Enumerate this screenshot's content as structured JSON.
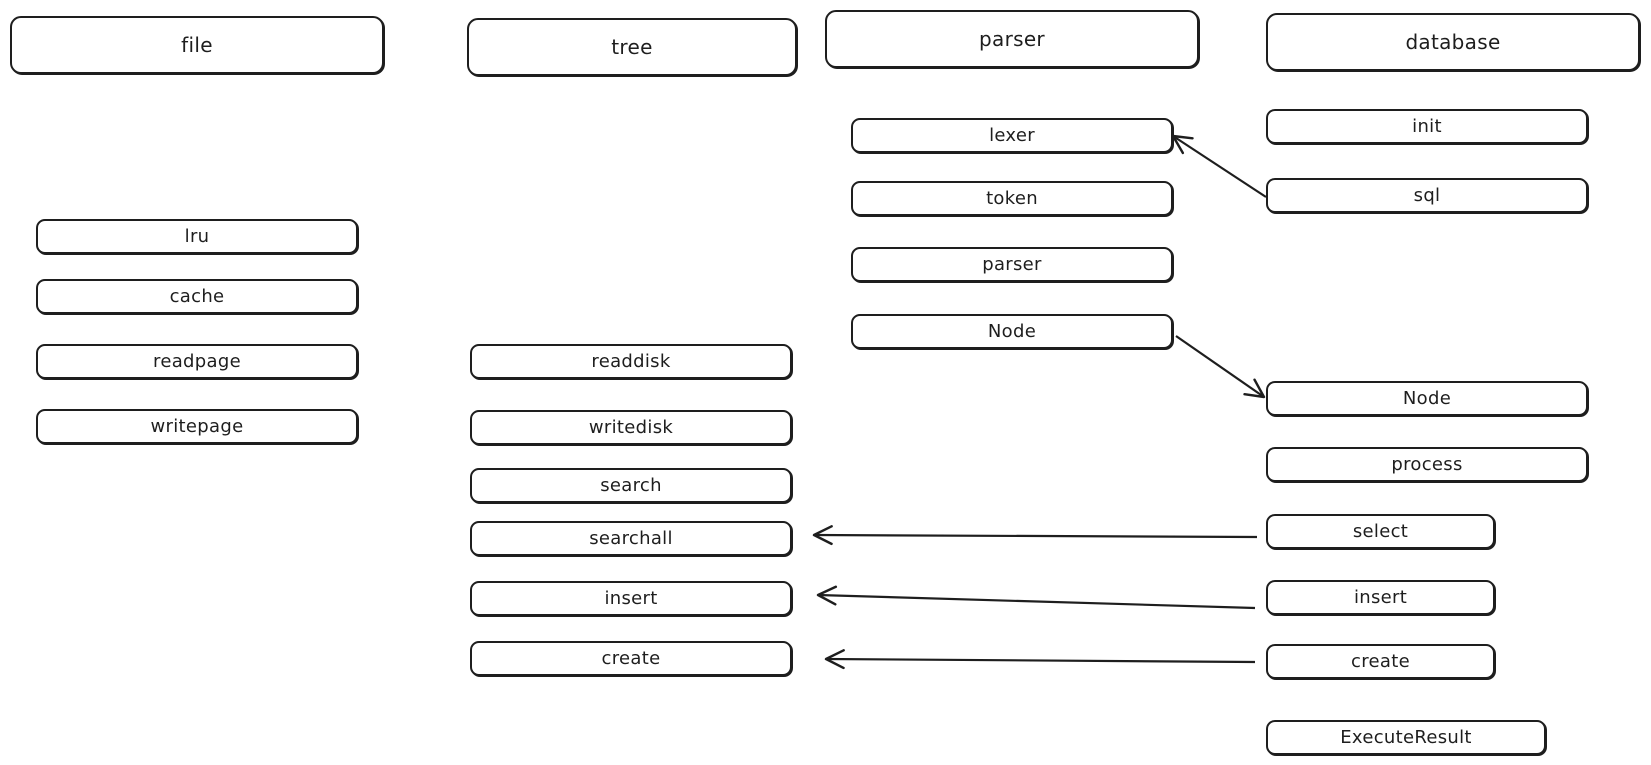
{
  "columns": {
    "file": {
      "title": "file",
      "items": [
        "lru",
        "cache",
        "readpage",
        "writepage"
      ]
    },
    "tree": {
      "title": "tree",
      "items": [
        "readdisk",
        "writedisk",
        "search",
        "searchall",
        "insert",
        "create"
      ]
    },
    "parser": {
      "title": "parser",
      "items": [
        "lexer",
        "token",
        "parser",
        "Node"
      ]
    },
    "database": {
      "title": "database",
      "items": [
        "init",
        "sql",
        "Node",
        "process",
        "select",
        "insert",
        "create",
        "ExecuteResult"
      ]
    }
  },
  "edges": [
    {
      "from": "database.sql",
      "to": "parser.lexer"
    },
    {
      "from": "parser.Node",
      "to": "database.Node"
    },
    {
      "from": "database.select",
      "to": "tree.searchall"
    },
    {
      "from": "database.insert",
      "to": "tree.insert"
    },
    {
      "from": "database.create",
      "to": "tree.create"
    }
  ],
  "colors": {
    "stroke": "#1e1e1e",
    "fill": "#ffffff"
  }
}
